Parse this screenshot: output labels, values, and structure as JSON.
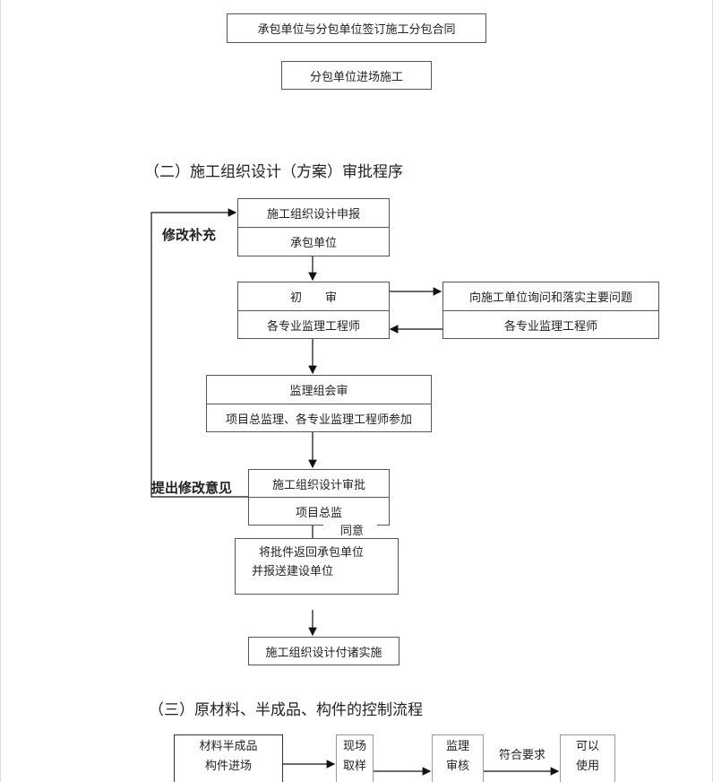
{
  "section1": {
    "box_contract": "承包单位与分包单位签订施工分包合同",
    "box_enter": "分包单位进场施工"
  },
  "section2": {
    "heading": "（二）施工组织设计（方案）审批程序",
    "submit": {
      "title": "施工组织设计申报",
      "party": "承包单位"
    },
    "prelim": {
      "title": "初　　审",
      "party": "各专业监理工程师"
    },
    "inquiry": {
      "title": "向施工单位询问和落实主要问题",
      "party": "各专业监理工程师"
    },
    "joint": {
      "title": "监理组会审",
      "party": "项目总监理、各专业监理工程师参加"
    },
    "approve": {
      "title": "施工组织设计审批",
      "party": "项目总监"
    },
    "agree": "同意",
    "return": {
      "line1": "将批件返回承包单位",
      "line2": "并报送建设单位"
    },
    "implement": "施工组织设计付诸实施",
    "revise_supplement": "修改补充",
    "raise_opinion": "提出修改意见"
  },
  "section3": {
    "heading": "（三）原材料、半成品、构件的控制流程",
    "materials": {
      "line1": "材料半成品",
      "line2": "构件进场"
    },
    "sampling": {
      "line1": "现场",
      "line2": "取样"
    },
    "review": {
      "line1": "监理",
      "line2": "审核"
    },
    "meets": "符合要求",
    "usable": {
      "line1": "可以",
      "line2": "使用"
    }
  }
}
